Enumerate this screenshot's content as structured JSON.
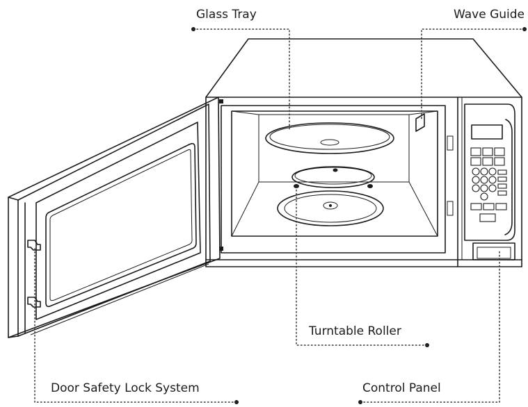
{
  "labels": {
    "glass_tray": "Glass Tray",
    "wave_guide": "Wave Guide",
    "turntable_roller": "Turntable Roller",
    "door_safety_lock_system": "Door Safety Lock System",
    "control_panel": "Control Panel"
  },
  "colors": {
    "line": "#1a1a1a",
    "background": "#ffffff"
  }
}
